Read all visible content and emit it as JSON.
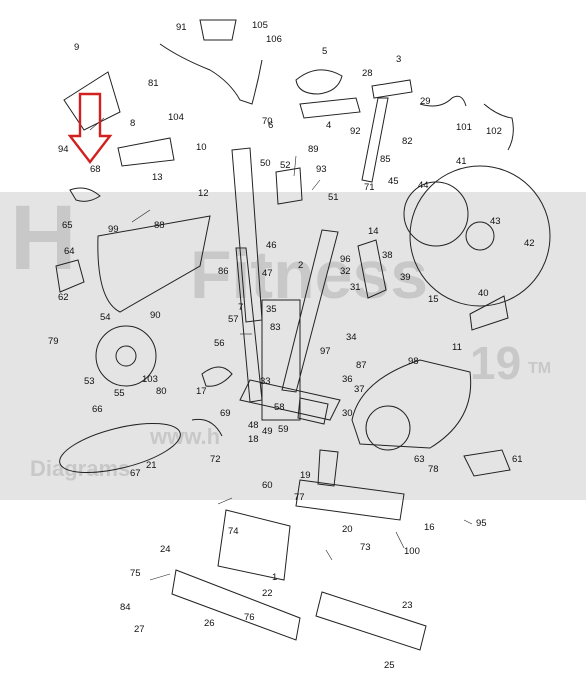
{
  "watermark": {
    "brand": "Fitness",
    "letter": "H",
    "year": "19",
    "tm": "TM",
    "line1": "www.h",
    "line2": "Diagrams"
  },
  "callouts": [
    "1",
    "2",
    "3",
    "4",
    "5",
    "6",
    "7",
    "8",
    "9",
    "10",
    "11",
    "12",
    "13",
    "14",
    "15",
    "16",
    "17",
    "18",
    "19",
    "20",
    "21",
    "22",
    "23",
    "24",
    "25",
    "26",
    "27",
    "28",
    "29",
    "30",
    "31",
    "32",
    "33",
    "34",
    "35",
    "36",
    "37",
    "38",
    "39",
    "40",
    "41",
    "42",
    "43",
    "44",
    "45",
    "46",
    "47",
    "48",
    "49",
    "50",
    "51",
    "52",
    "53",
    "54",
    "55",
    "56",
    "57",
    "58",
    "59",
    "60",
    "61",
    "62",
    "63",
    "64",
    "65",
    "66",
    "67",
    "68",
    "69",
    "70",
    "71",
    "72",
    "73",
    "74",
    "75",
    "76",
    "77",
    "78",
    "79",
    "80",
    "81",
    "82",
    "83",
    "84",
    "85",
    "86",
    "87",
    "88",
    "89",
    "90",
    "91",
    "92",
    "93",
    "94",
    "95",
    "96",
    "97",
    "98",
    "99",
    "100",
    "101",
    "102",
    "103",
    "104",
    "105",
    "106"
  ],
  "highlight": {
    "color": "#d22020",
    "target": "68"
  },
  "line_color": "#222222"
}
